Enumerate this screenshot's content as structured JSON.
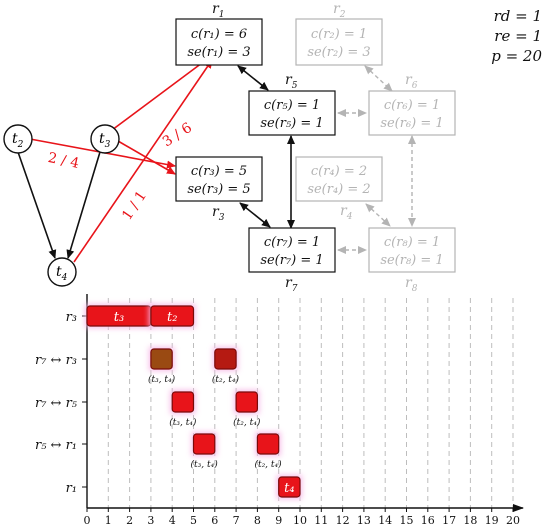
{
  "params": {
    "rd": "rd = 1",
    "re": "re = 1",
    "p": "p = 20"
  },
  "tasks": {
    "t2": {
      "name": "t",
      "sub": "2"
    },
    "t3": {
      "name": "t",
      "sub": "3"
    },
    "t4": {
      "name": "t",
      "sub": "4"
    }
  },
  "resources": {
    "r1": {
      "title": "r",
      "title_sub": "1",
      "line1": "c(r₁) = 6",
      "line2": "se(r₁) = 3"
    },
    "r2": {
      "title": "r",
      "title_sub": "2",
      "line1": "c(r₂) = 1",
      "line2": "se(r₂) = 3"
    },
    "r3": {
      "title": "r",
      "title_sub": "3",
      "line1": "c(r₃) = 5",
      "line2": "se(r₃) = 5"
    },
    "r4": {
      "title": "r",
      "title_sub": "4",
      "line1": "c(r₄) = 2",
      "line2": "se(r₄) = 2"
    },
    "r5": {
      "title": "r",
      "title_sub": "5",
      "line1": "c(r₅) = 1",
      "line2": "se(r₅) = 1"
    },
    "r6": {
      "title": "r",
      "title_sub": "6",
      "line1": "c(r₆) = 1",
      "line2": "se(r₆) = 1"
    },
    "r7": {
      "title": "r",
      "title_sub": "7",
      "line1": "c(r₇) = 1",
      "line2": "se(r₇) = 1"
    },
    "r8": {
      "title": "r",
      "title_sub": "8",
      "line1": "c(r₈) = 1",
      "line2": "se(r₈) = 1"
    }
  },
  "edge_labels": {
    "t3_r1": "3 / 6",
    "t2_r3": "2 / 4",
    "t4_r1": "1 / 1"
  },
  "gantt": {
    "x_ticks": [
      "0",
      "1",
      "2",
      "3",
      "4",
      "5",
      "6",
      "7",
      "8",
      "9",
      "10",
      "11",
      "12",
      "13",
      "14",
      "15",
      "16",
      "17",
      "18",
      "19",
      "20"
    ],
    "rows": [
      {
        "label": "r₃"
      },
      {
        "label": "r₇ ↔ r₃"
      },
      {
        "label": "r₇ ↔ r₅"
      },
      {
        "label": "r₅ ↔ r₁"
      },
      {
        "label": "r₁"
      }
    ],
    "blocks": [
      {
        "row": 0,
        "start": 0,
        "end": 3,
        "label": "t₃"
      },
      {
        "row": 0,
        "start": 3,
        "end": 5,
        "label": "t₂"
      },
      {
        "row": 1,
        "start": 3,
        "end": 4,
        "label": "",
        "caption": "(t₃, t₄)"
      },
      {
        "row": 1,
        "start": 6,
        "end": 7,
        "label": "",
        "caption": "(t₂, t₄)"
      },
      {
        "row": 2,
        "start": 4,
        "end": 5,
        "label": "",
        "caption": "(t₃, t₄)"
      },
      {
        "row": 2,
        "start": 7,
        "end": 8,
        "label": "",
        "caption": "(t₂, t₄)"
      },
      {
        "row": 3,
        "start": 5,
        "end": 6,
        "label": "",
        "caption": "(t₃, t₄)"
      },
      {
        "row": 3,
        "start": 8,
        "end": 9,
        "label": "",
        "caption": "(t₂, t₄)"
      },
      {
        "row": 4,
        "start": 9,
        "end": 10,
        "label": "t₄"
      }
    ]
  },
  "colors": {
    "red": "#e8141a",
    "dark_red": "#7a0a0a",
    "black": "#111111",
    "grey": "#b4b4b4",
    "highlight": "#f6b6e6"
  }
}
